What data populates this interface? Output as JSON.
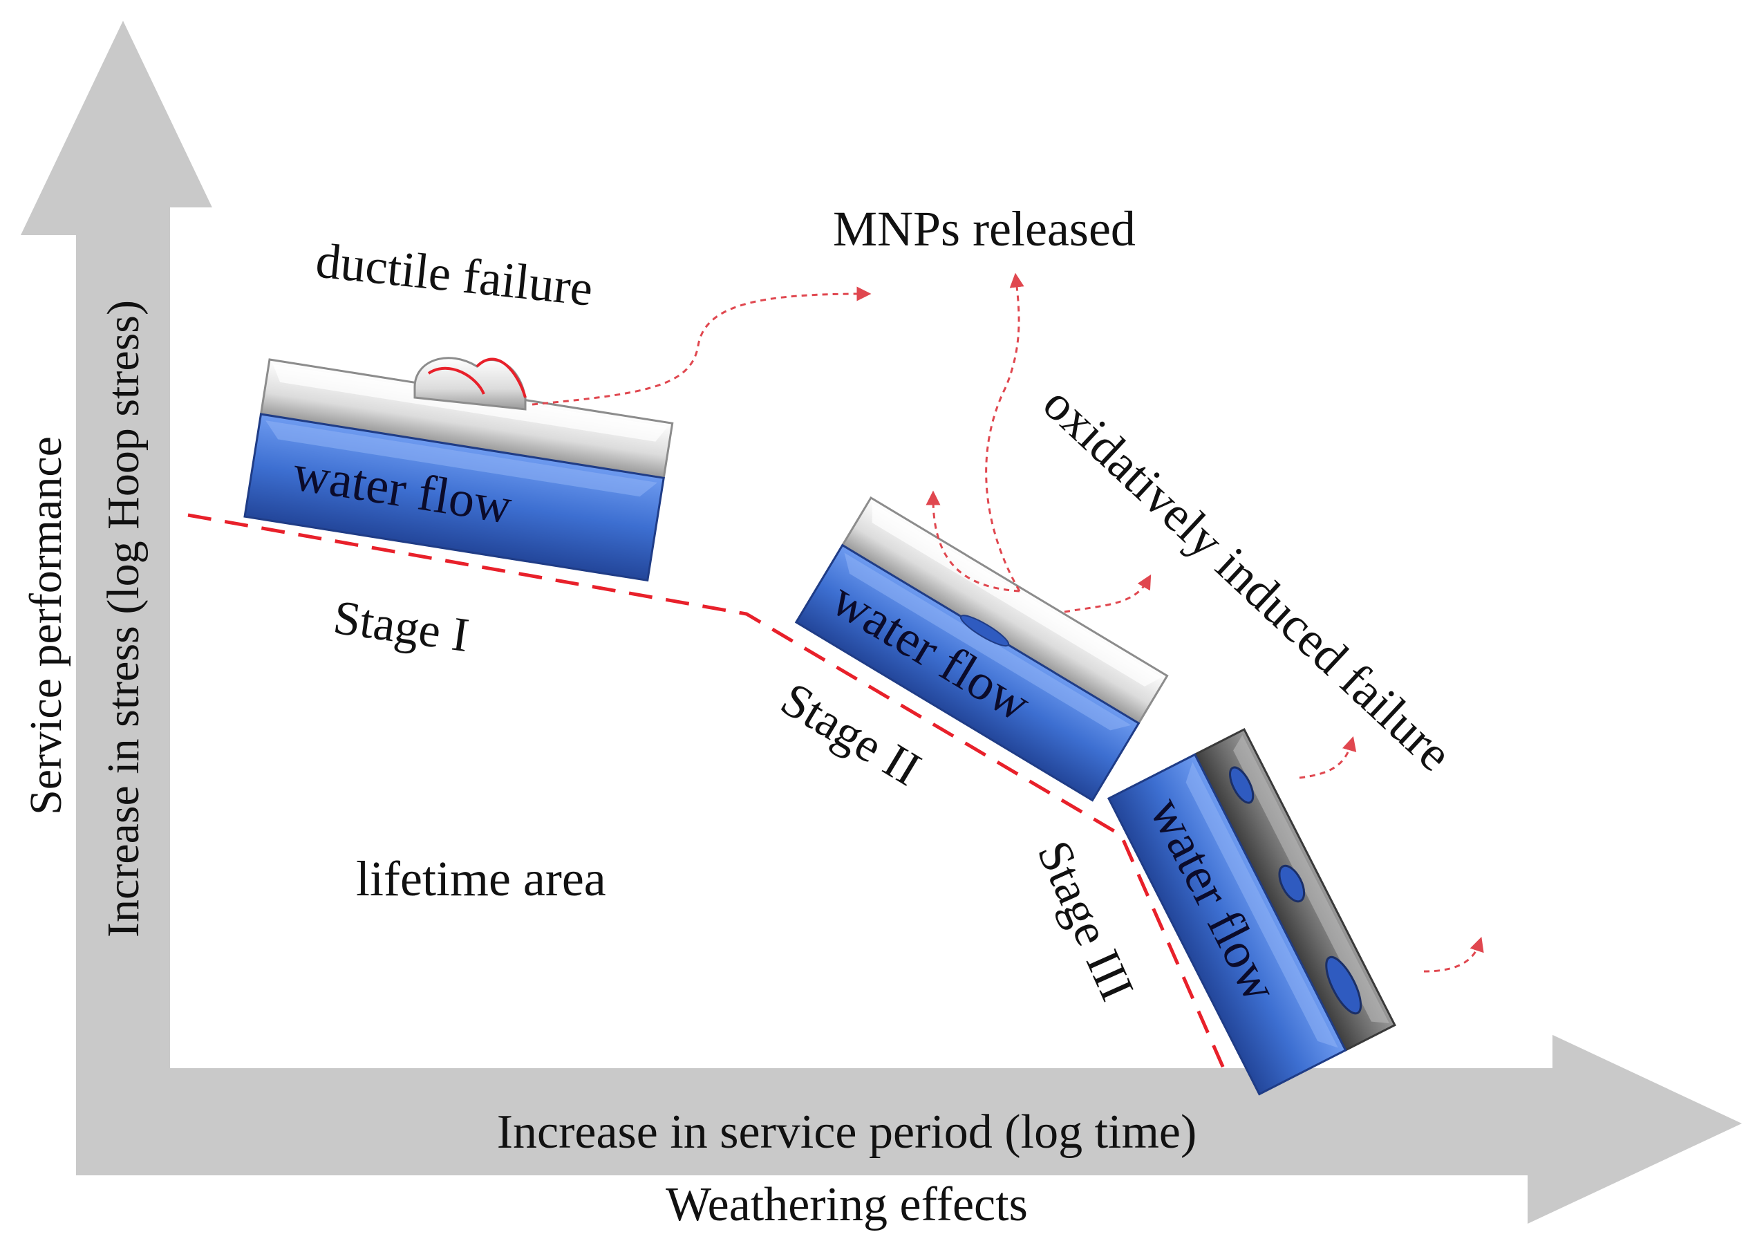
{
  "axes": {
    "y_axis_label_outer": "Service performance",
    "y_axis_label_inner": "Increase in stress (log Hoop stress)",
    "x_axis_label_inner": "Increase in service period (log time)",
    "x_axis_label_outer": "Weathering effects"
  },
  "annotations": {
    "ductile_failure": "ductile failure",
    "mnps_released": "MNPs released",
    "oxidative_failure": "oxidatively induced failure",
    "lifetime_area": "lifetime area"
  },
  "stages": {
    "stage1": "Stage I",
    "stage2": "Stage II",
    "stage3": "Stage III"
  },
  "pipes": {
    "pipe1_label": "water flow",
    "pipe2_label": "water flow",
    "pipe3_label": "water flow"
  },
  "colors": {
    "axis_gray": "#c9c9c9",
    "boundary_red": "#e8202a",
    "release_arrow_red": "#e0474f",
    "water_blue": "#3d6fd1",
    "pipe_wall_white": "#e6e6e6",
    "pipe_wall_dark": "#6e6e6e"
  }
}
